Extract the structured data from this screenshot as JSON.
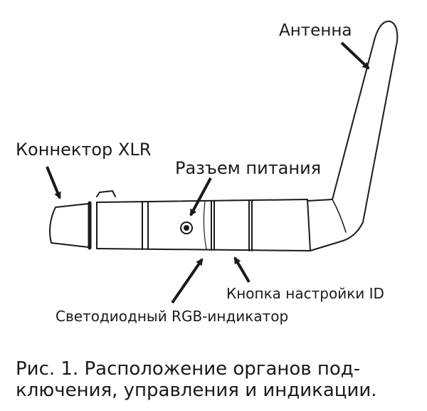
{
  "labels": {
    "antenna": "Антенна",
    "xlr_connector": "Коннектор XLR",
    "power_jack": "Разъем питания",
    "id_button": "Кнопка настройки ID",
    "rgb_led": "Светодиодный RGB-индикатор"
  },
  "caption": {
    "line1": "Рис. 1. Расположение органов под-",
    "line2": "ключения, управления и индикации."
  }
}
